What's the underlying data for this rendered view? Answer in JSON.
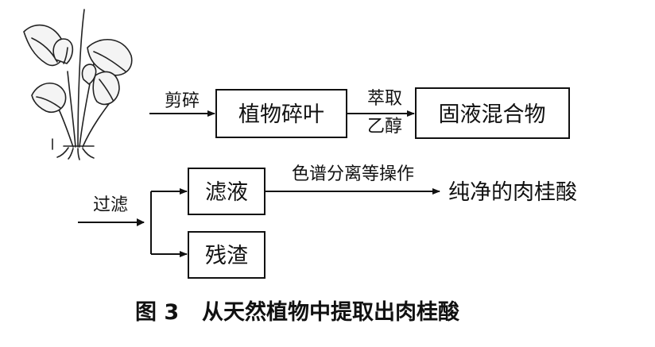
{
  "flow": {
    "step1_label": "剪碎",
    "box_leaves": "植物碎叶",
    "step2_label_top": "萃取",
    "step2_label_bottom": "乙醇",
    "box_mixture": "固液混合物",
    "step3_label": "过滤",
    "box_filtrate": "滤液",
    "box_residue": "残渣",
    "step4_label": "色谱分离等操作",
    "product": "纯净的肉桂酸"
  },
  "caption": {
    "figure_no": "图 3",
    "title": "从天然植物中提取出肉桂酸"
  },
  "colors": {
    "line": "#111111",
    "background": "#ffffff"
  }
}
